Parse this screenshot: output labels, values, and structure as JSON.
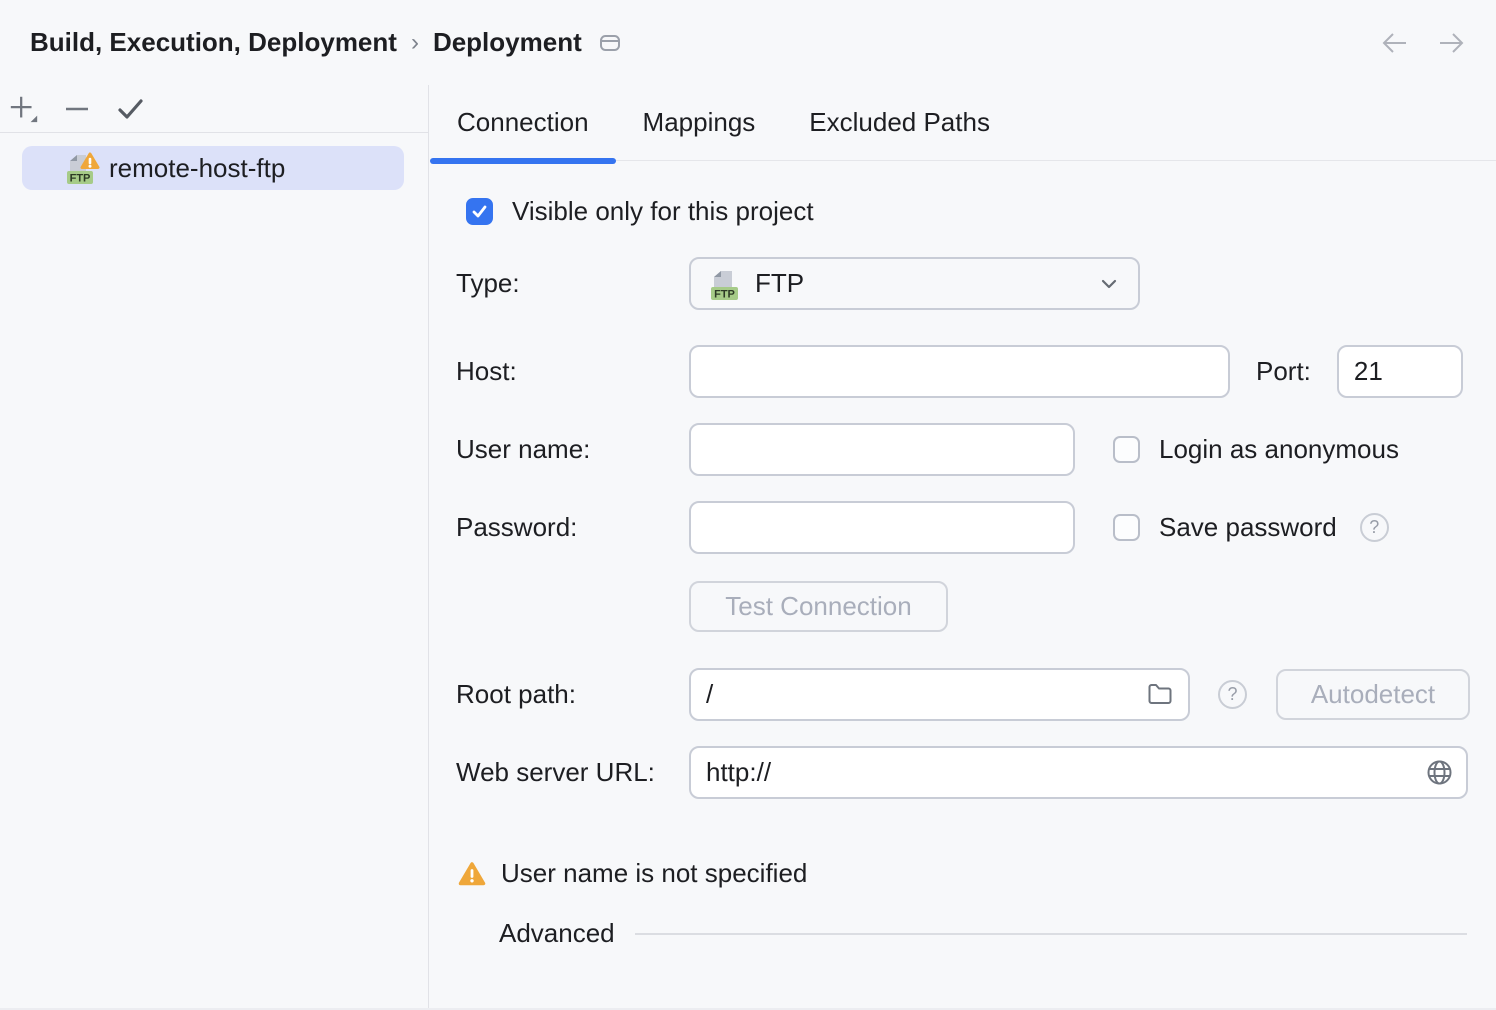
{
  "breadcrumb": {
    "section": "Build, Execution, Deployment",
    "separator": "›",
    "page": "Deployment"
  },
  "sidebar": {
    "items": [
      {
        "label": "remote-host-ftp",
        "selected": true,
        "icon": "ftp-file-warning-icon",
        "badge": "FTP"
      }
    ]
  },
  "tabs": [
    {
      "label": "Connection",
      "active": true
    },
    {
      "label": "Mappings",
      "active": false
    },
    {
      "label": "Excluded Paths",
      "active": false
    }
  ],
  "connection": {
    "visible_only_label": "Visible only for this project",
    "visible_only_checked": true,
    "type_label": "Type:",
    "type_value": "FTP",
    "type_badge": "FTP",
    "host_label": "Host:",
    "host_value": "",
    "port_label": "Port:",
    "port_value": "21",
    "username_label": "User name:",
    "username_value": "",
    "anonymous_label": "Login as anonymous",
    "anonymous_checked": false,
    "password_label": "Password:",
    "password_value": "",
    "save_password_label": "Save password",
    "save_password_checked": false,
    "help_glyph": "?",
    "test_connection_label": "Test Connection",
    "root_path_label": "Root path:",
    "root_path_value": "/",
    "autodetect_label": "Autodetect",
    "web_server_url_label": "Web server URL:",
    "web_server_url_value": "http://",
    "warning_text": "User name is not specified",
    "advanced_label": "Advanced"
  },
  "icons": {
    "header_page": "window-icon",
    "history": [
      "arrow-left-icon",
      "arrow-right-icon"
    ],
    "toolbar": [
      "plus-icon",
      "minus-icon",
      "check-icon"
    ],
    "combo": "chevron-down-icon",
    "root_browse": "folder-icon",
    "web_url": "globe-icon",
    "help": "question-circle-icon",
    "warning": "warning-triangle-icon",
    "advanced": "chevron-right-icon"
  },
  "colors": {
    "accent": "#3574F0",
    "selection_bg": "#DCE1F9",
    "warning": "#EFA73A",
    "ftp_badge_bg": "#A6CB88",
    "disabled_text": "#A9AEBB",
    "panel_bg": "#F7F8FA"
  }
}
